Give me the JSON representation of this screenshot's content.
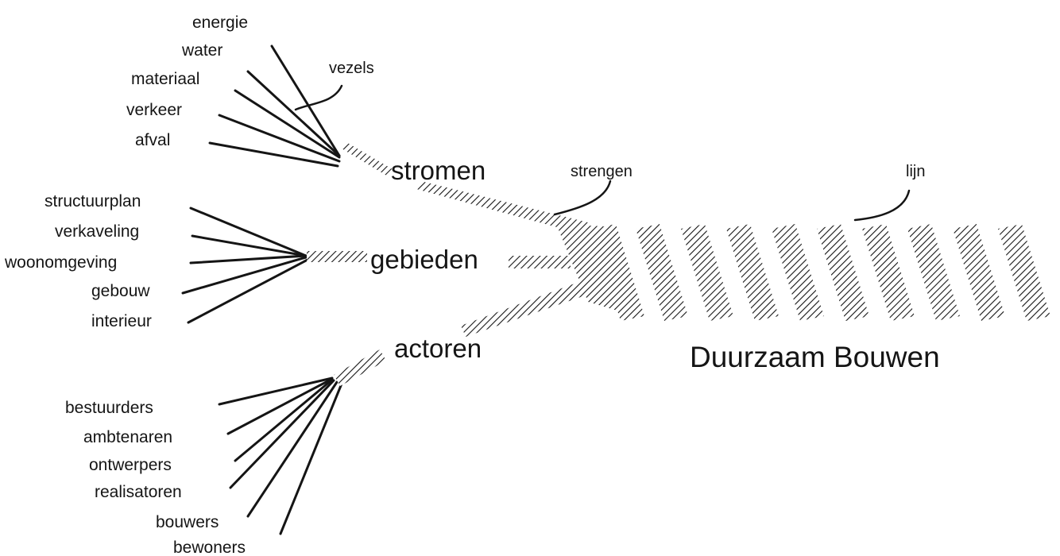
{
  "title": "Duurzaam Bouwen",
  "annotations": {
    "fibers": "vezels",
    "strands": "strengen",
    "line": "lijn"
  },
  "strands": [
    {
      "label": "stromen",
      "fibers": [
        "energie",
        "water",
        "materiaal",
        "verkeer",
        "afval"
      ]
    },
    {
      "label": "gebieden",
      "fibers": [
        "structuurplan",
        "verkaveling",
        "woonomgeving",
        "gebouw",
        "interieur"
      ]
    },
    {
      "label": "actoren",
      "fibers": [
        "bestuurders",
        "ambtenaren",
        "ontwerpers",
        "realisatoren",
        "bouwers",
        "bewoners"
      ]
    }
  ]
}
